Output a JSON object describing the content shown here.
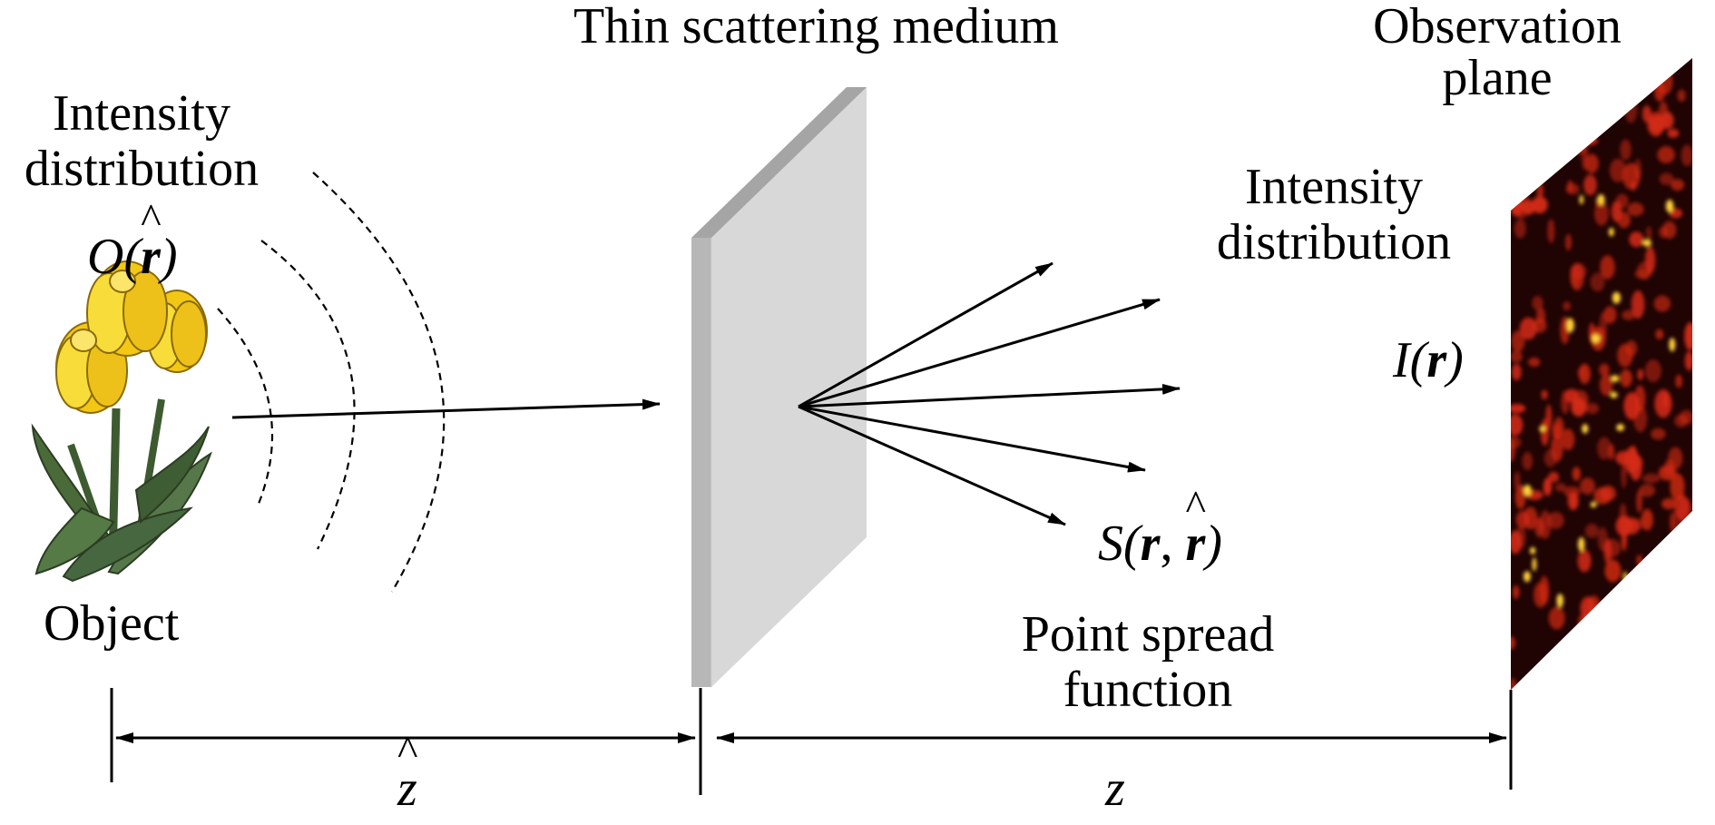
{
  "labels": {
    "medium": "Thin scattering medium",
    "observation_line1": "Observation",
    "observation_line2": "plane",
    "intensity_left_line1": "Intensity",
    "intensity_left_line2": "distribution",
    "intensity_right_line1": "Intensity",
    "intensity_right_line2": "distribution",
    "object": "Object",
    "psf_line1": "Point spread",
    "psf_line2": "function"
  },
  "math": {
    "object_intensity": {
      "func": "O",
      "arg": "r"
    },
    "image_intensity": {
      "func": "I",
      "arg": "r"
    },
    "psf": {
      "func": "S",
      "arg1": "r",
      "sep": ",",
      "arg2": "r"
    },
    "distance_object": "z",
    "distance_image": "z"
  },
  "colors": {
    "line": "#000000",
    "medium_face": "#d8d8d8",
    "medium_edge": "#a5a5a5",
    "speckle_background": "#200404",
    "speckle_red": "#d42a14",
    "speckle_bright": "#ffd23a",
    "petal": "#f6d21a",
    "leaf": "#4a6a3a"
  },
  "icons": {
    "object": "tulip-bouquet-icon",
    "medium": "scattering-slab-icon",
    "observation": "speckle-pattern-icon"
  }
}
